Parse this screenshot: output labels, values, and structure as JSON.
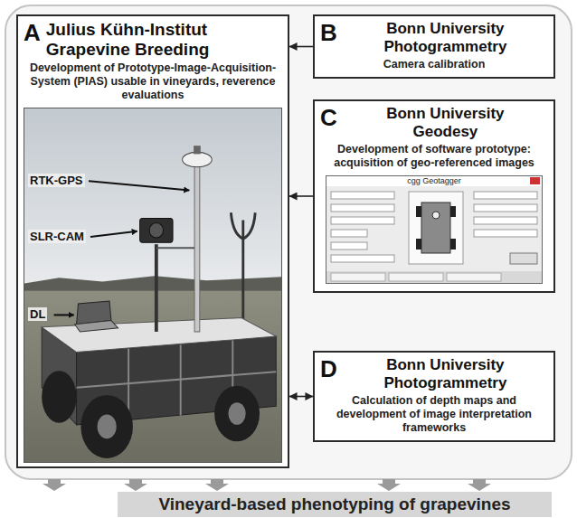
{
  "diagram": {
    "nodes": [
      {
        "text": [
          "A",
          "Julius Kühn-Institut Grapevine Breeding",
          "Development of Prototype-Image-Acquisition-System (PIAS) usable in vineyards, reverence evaluations"
        ]
      },
      {
        "text": [
          "B",
          "Bonn University Photogrammetry",
          "Camera calibration"
        ]
      },
      {
        "text": [
          "C",
          "Bonn University Geodesy",
          "Development of software prototype: acquisition of geo-referenced images"
        ]
      },
      {
        "text": [
          "D",
          "Bonn University Photogrammetry",
          "Calculation of depth maps and development of image interpretation frameworks"
        ]
      },
      {
        "text": [
          "Vineyard-based phenotyping of grapevines"
        ]
      }
    ],
    "edges": [
      {
        "from": 1,
        "to": 0,
        "arrow": "to"
      },
      {
        "from": 2,
        "to": 0,
        "arrow": "to"
      },
      {
        "from": 3,
        "to": 0,
        "arrow": "both"
      }
    ],
    "labels": [
      "RTK-GPS",
      "SLR-CAM",
      "DL",
      "cgg Geotagger"
    ]
  }
}
